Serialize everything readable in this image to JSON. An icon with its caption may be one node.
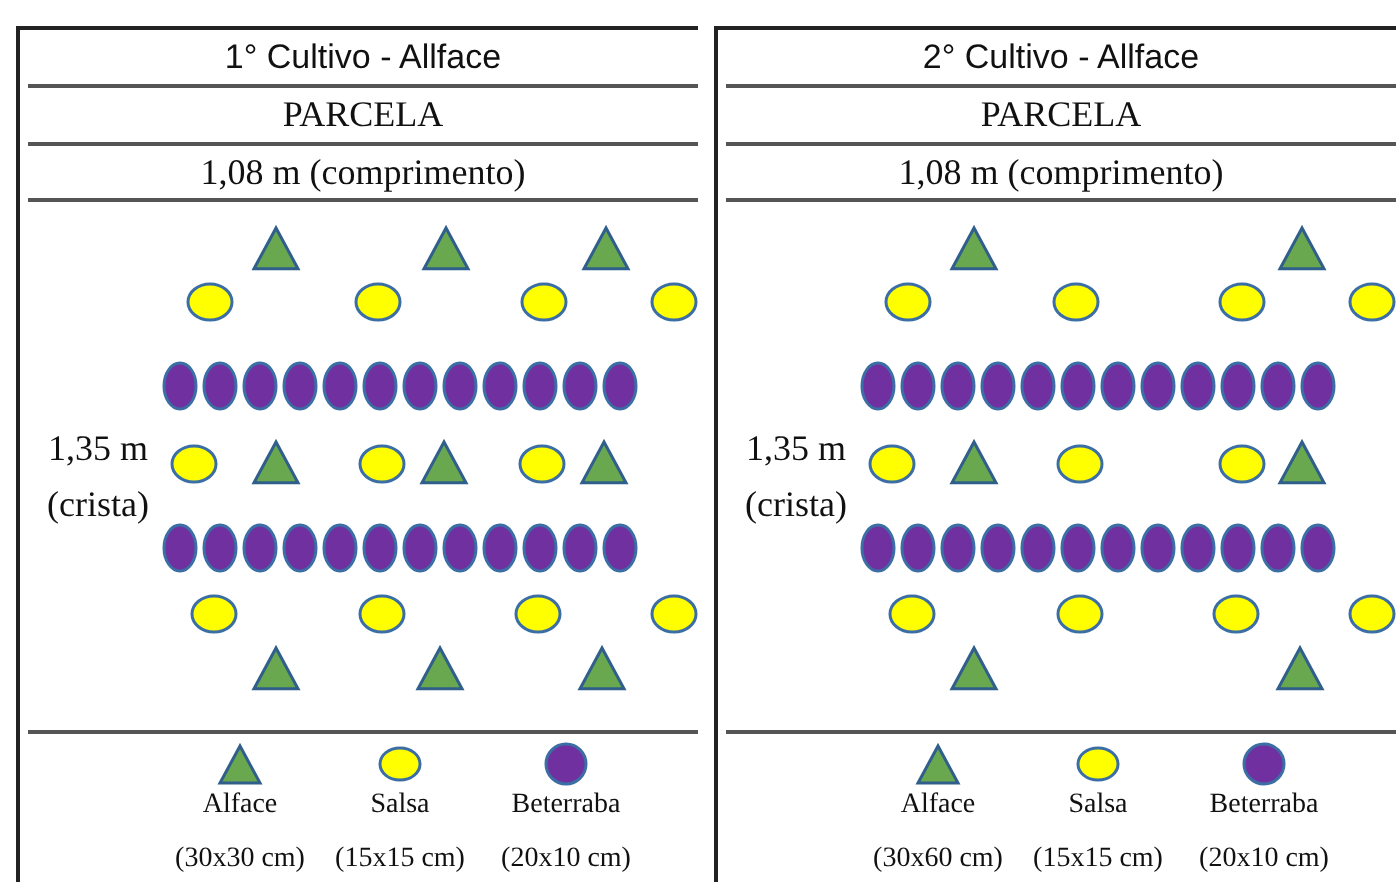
{
  "diagram": {
    "labels": [
      "1° Cultivo - Allface",
      "2° Cultivo - Allface",
      "PARCELA",
      "PARCELA",
      "1,08 m (comprimento)",
      "1,08 m (comprimento)",
      "1,35 m (crista)",
      "1,35 m (crista)"
    ],
    "legend": [
      {
        "text": "Alface (30x30 cm)"
      },
      {
        "text": "Salsa (15x15 cm)"
      },
      {
        "text": "Beterraba (20x10 cm)"
      },
      {
        "text": "Alface (30x60 cm)"
      },
      {
        "text": "Salsa (15x15 cm)"
      },
      {
        "text": "Beterraba (20x10 cm)"
      }
    ]
  }
}
